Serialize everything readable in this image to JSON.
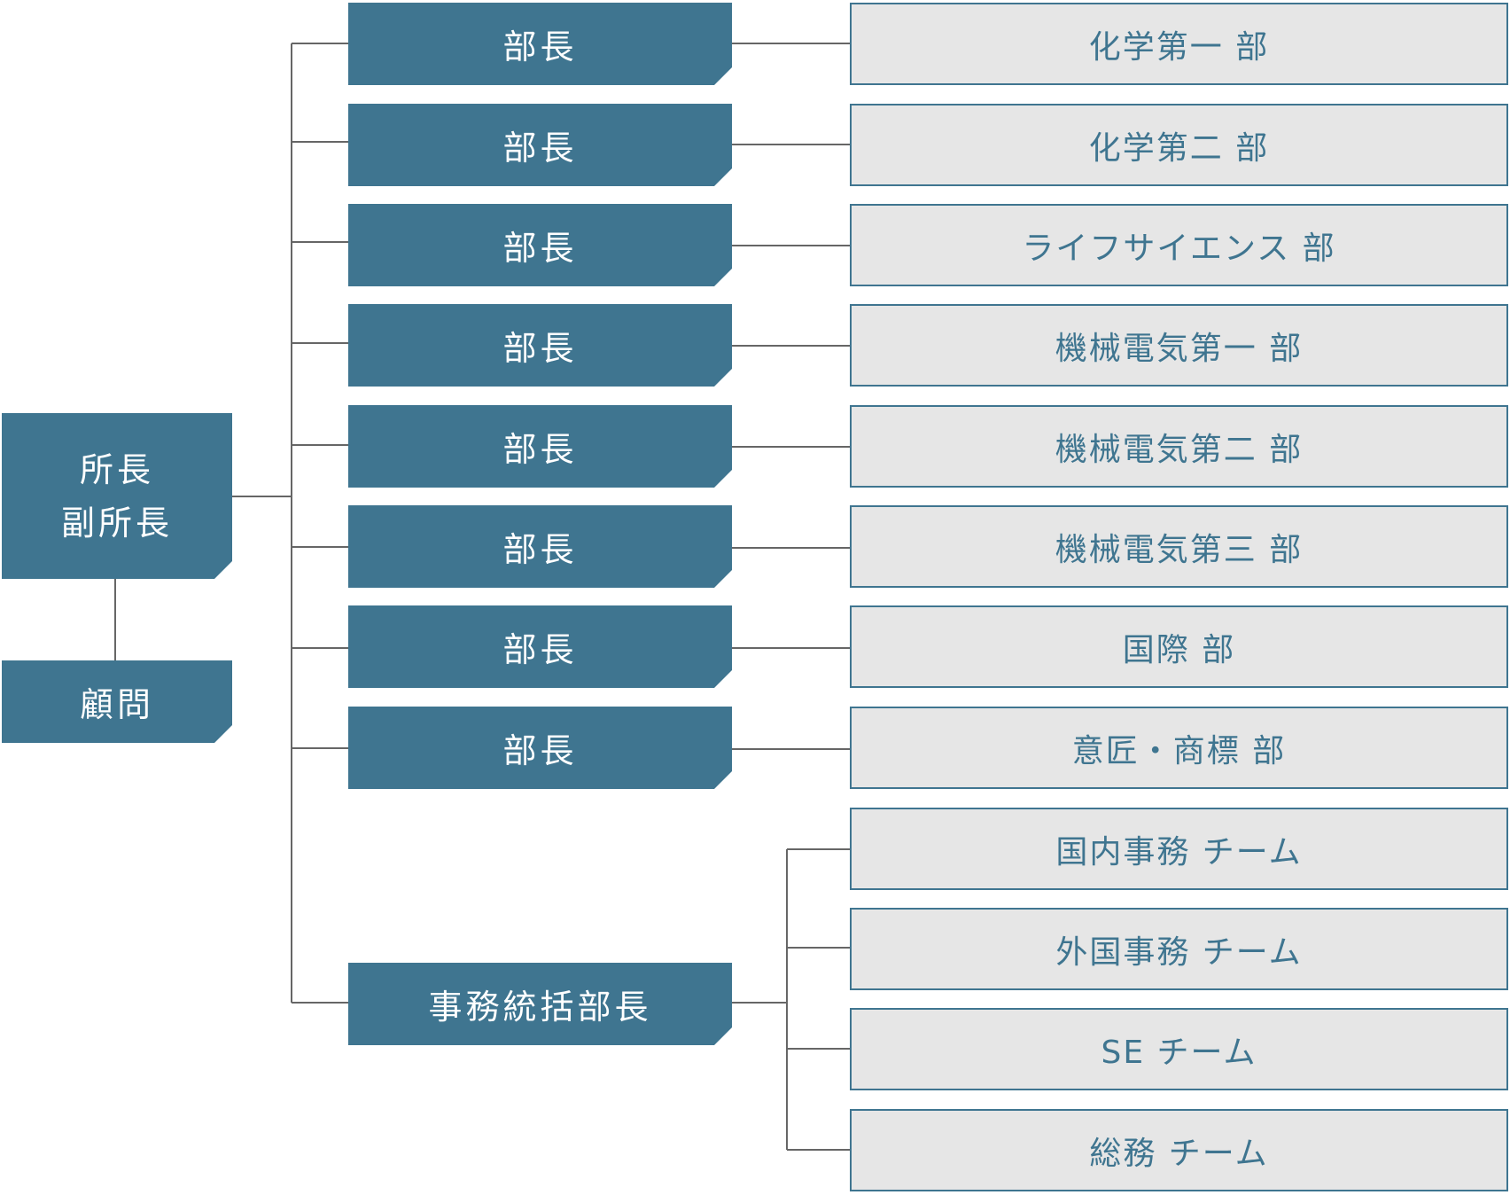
{
  "director": {
    "line1": "所長",
    "line2": "副所長"
  },
  "advisor": {
    "label": "顧問"
  },
  "managers": [
    {
      "label": "部長",
      "dept": "化学第一 部"
    },
    {
      "label": "部長",
      "dept": "化学第二 部"
    },
    {
      "label": "部長",
      "dept": "ライフサイエンス 部"
    },
    {
      "label": "部長",
      "dept": "機械電気第一 部"
    },
    {
      "label": "部長",
      "dept": "機械電気第二 部"
    },
    {
      "label": "部長",
      "dept": "機械電気第三 部"
    },
    {
      "label": "部長",
      "dept": "国際 部"
    },
    {
      "label": "部長",
      "dept": "意匠・商標 部"
    }
  ],
  "admin_manager": {
    "label": "事務統括部長"
  },
  "teams": [
    {
      "label": "国内事務 チーム"
    },
    {
      "label": "外国事務 チーム"
    },
    {
      "label": "SE チーム"
    },
    {
      "label": "総務 チーム"
    }
  ],
  "colors": {
    "head_fill": "#3f7590",
    "box_fill": "#e6e6e6",
    "box_text": "#3f7590",
    "connector": "#666666"
  }
}
